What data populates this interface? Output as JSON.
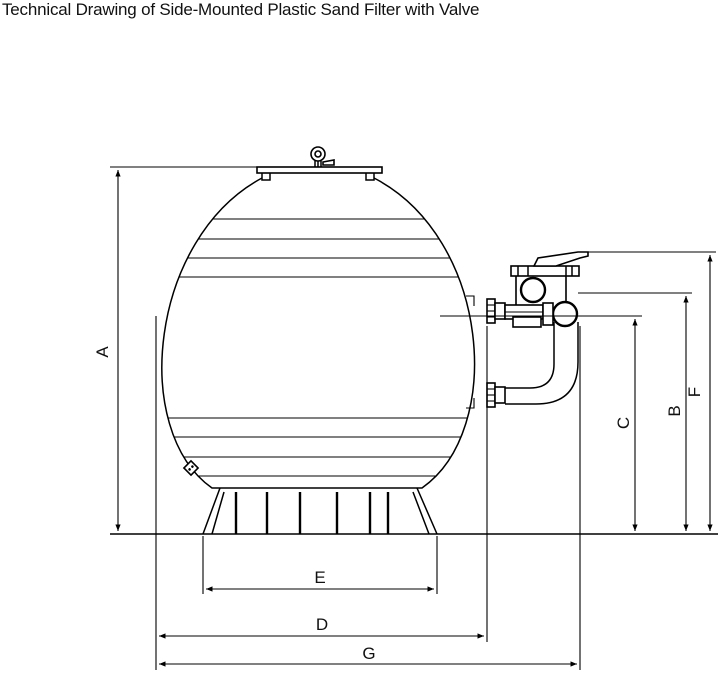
{
  "title": "Technical Drawing of Side-Mounted Plastic Sand Filter with Valve",
  "dimensions": {
    "A": "A",
    "B": "B",
    "C": "C",
    "D": "D",
    "E": "E",
    "F": "F",
    "G": "G"
  }
}
